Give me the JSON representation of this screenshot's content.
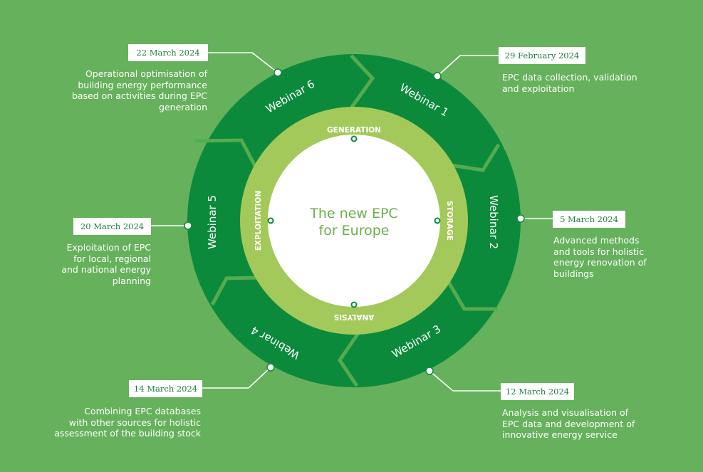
{
  "center": {
    "line1": "The new EPC",
    "line2": "for Europe"
  },
  "inner_ring": [
    "GENERATION",
    "STORAGE",
    "ANALYSIS",
    "EXPLOITATION"
  ],
  "webinars": [
    {
      "label": "Webinar 1",
      "date": "29 February 2024",
      "description": [
        "EPC data collection, validation",
        "and exploitation"
      ]
    },
    {
      "label": "Webinar 2",
      "date": "5  March 2024",
      "description": [
        "Advanced methods",
        "and tools for holistic",
        "energy renovation of",
        "buildings"
      ]
    },
    {
      "label": "Webinar 3",
      "date": "12 March 2024",
      "description": [
        "Analysis and visualisation of",
        "EPC data and development of",
        "innovative energy service"
      ]
    },
    {
      "label": "Webinar 4",
      "date": "14 March 2024",
      "description": [
        "Combining EPC databases",
        "with other sources for holistic",
        "assessment of the building stock"
      ]
    },
    {
      "label": "Webinar 5",
      "date": "20 March 2024",
      "description": [
        "Exploitation of EPC",
        "for local, regional",
        "and national energy",
        "planning"
      ]
    },
    {
      "label": "Webinar 6",
      "date": "22 March 2024",
      "description": [
        "Operational optimisation of",
        "building energy performance",
        "based on activities during EPC",
        "generation"
      ]
    }
  ],
  "colors": {
    "background": "#66b15c",
    "outer_ring": "#0b8a3b",
    "inner_ring": "#a3c95a",
    "center": "#ffffff",
    "title_text": "#6ab04c",
    "date_text": "#1c7f3a"
  }
}
